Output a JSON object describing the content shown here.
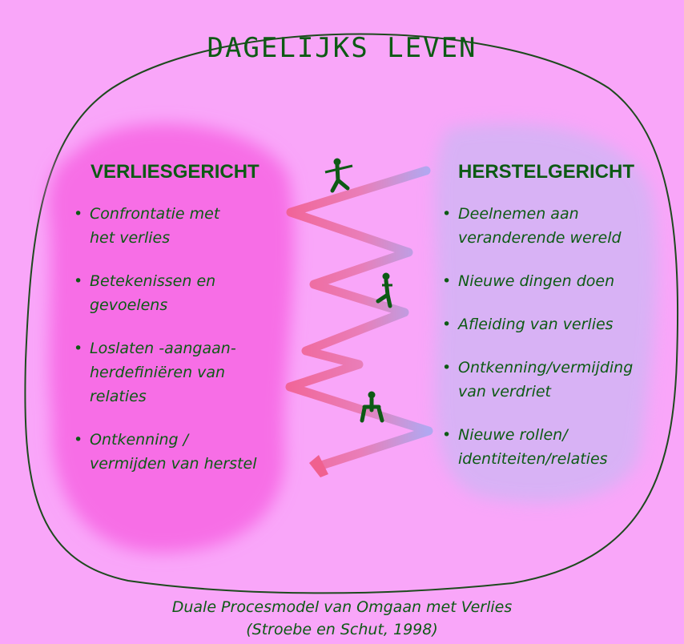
{
  "title": "DAGELIJKS LEVEN",
  "left": {
    "heading": "VERLIESGERICHT",
    "items": [
      [
        "Confrontatie met",
        "het verlies"
      ],
      [
        "Betekenissen en",
        "gevoelens"
      ],
      [
        "Loslaten -aangaan-",
        "herdefiniëren van",
        "relaties"
      ],
      [
        "Ontkenning /",
        "vermijden van herstel"
      ]
    ]
  },
  "right": {
    "heading": "HERSTELGERICHT",
    "items": [
      [
        "Deelnemen aan",
        "veranderende wereld"
      ],
      [
        "Nieuwe dingen doen"
      ],
      [
        "Afleiding van verlies"
      ],
      [
        "Ontkenning/vermijding",
        "van verdriet"
      ],
      [
        "Nieuwe rollen/",
        "identiteiten/relaties"
      ]
    ]
  },
  "caption": [
    "Duale Procesmodel van Omgaan met Verlies",
    "(Stroebe en Schut, 1998)"
  ],
  "colors": {
    "background": "#f9a6f9",
    "loss_blob": "#f76ee6",
    "restoration_blob": "#cdb6f4",
    "text": "#0d5a14"
  }
}
